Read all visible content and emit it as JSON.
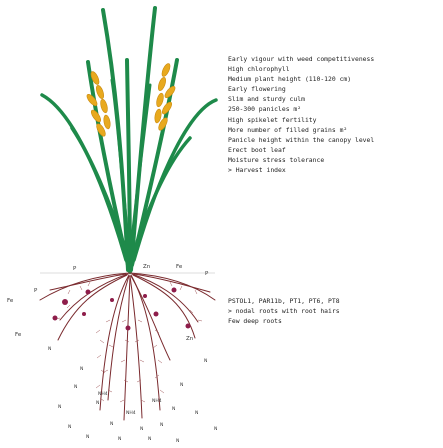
{
  "traits": [
    "Early vigour with weed competitiveness",
    "High chlorophyll",
    "Medium plant height (110-120 cm)",
    "Early flowering",
    "Slim and sturdy culm",
    "250-300 panicles m²",
    "High spikelet fertility",
    "More number of filled grains m²",
    "Panicle height within the canopy level",
    "Erect boot leaf",
    "Moisture stress tolerance",
    "> Harvest index"
  ],
  "root_traits": [
    "PSTOL1, PAR11b, PT1, PT6, PT8",
    "> nodal roots with root hairs",
    "Few deep roots"
  ],
  "soil_nutrients": {
    "zn_top": "Zn",
    "fe_top": "Fe",
    "p_left": "P",
    "p_right": "P",
    "fe_left": "Fe",
    "p_mid": "P",
    "fe_low": "Fe",
    "zn_right": "Zn",
    "n_labels": [
      "N",
      "N",
      "N",
      "N",
      "N",
      "N",
      "N",
      "N",
      "N",
      "N",
      "N",
      "N",
      "N",
      "N",
      "N",
      "N",
      "N",
      "N"
    ],
    "nh4_labels": [
      "NH4",
      "NH4",
      "NH4"
    ]
  },
  "colors": {
    "leaf": "#1e8a4a",
    "panicle": "#e8a91e",
    "root": "#7a2a2e",
    "nodule": "#8e1d4a",
    "soil_line": "#333333"
  }
}
